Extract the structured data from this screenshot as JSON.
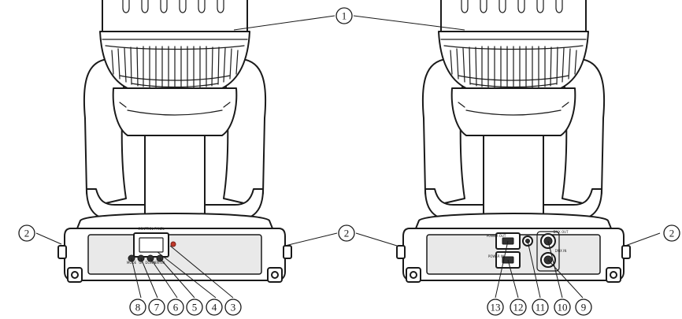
{
  "callouts": {
    "c1": "1",
    "c2_left": "2",
    "c2_mid": "2",
    "c2_right": "2",
    "c3": "3",
    "c4": "4",
    "c5": "5",
    "c6": "6",
    "c7": "7",
    "c8": "8",
    "c9": "9",
    "c10": "10",
    "c11": "11",
    "c12": "12",
    "c13": "13"
  },
  "front_panel": {
    "label": "CONTROL PANEL",
    "buttons": [
      "MODE",
      "UP",
      "DOWN",
      "ENTER"
    ]
  },
  "rear_panel": {
    "power_in_label": "POWER IN",
    "power_out_label": "POWER OUT",
    "dmx_in_label": "DMX IN",
    "dmx_out_label": "DMX OUT"
  },
  "icons": {
    "fixture_front": "moving-head-fixture-icon",
    "fixture_rear": "moving-head-fixture-icon"
  }
}
